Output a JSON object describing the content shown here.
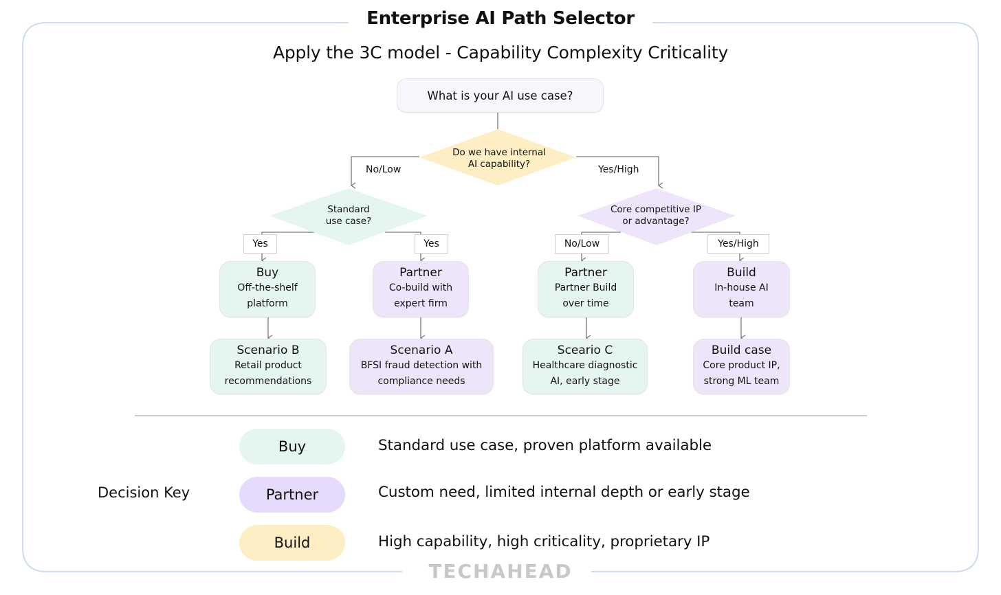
{
  "header": {
    "title": "Enterprise AI Path Selector",
    "subtitle": "Apply the 3C model - Capability Complexity Criticality"
  },
  "colors": {
    "frame": "#cfdcec",
    "buy_green": "#e5f6f0",
    "partner_purple": "#efe5fb",
    "build_yellow": "#fdefc3",
    "connector": "#777777"
  },
  "flow": {
    "start": "What is your AI use case?",
    "decision_capability": {
      "line1": "Do we have internal",
      "line2": "AI capability?"
    },
    "edge_no_low": "No/Low",
    "edge_yes_high": "Yes/High",
    "decision_standard": {
      "line1": "Standard",
      "line2": "use case?"
    },
    "decision_core": {
      "line1": "Core competitive IP",
      "line2": "or advantage?"
    },
    "branch_labels": [
      "Yes",
      "Yes",
      "No/Low",
      "Yes/High"
    ],
    "outcomes": [
      {
        "title": "Buy",
        "line1": "Off-the-shelf",
        "line2": "platform"
      },
      {
        "title": "Partner",
        "line1": "Co-build with",
        "line2": "expert firm"
      },
      {
        "title": "Partner",
        "line1": "Partner Build",
        "line2": "over time"
      },
      {
        "title": "Build",
        "line1": "In-house AI",
        "line2": "team"
      }
    ],
    "scenarios": [
      {
        "title": "Scenario B",
        "line1": "Retail product",
        "line2": "recommendations"
      },
      {
        "title": "Scenario A",
        "line1": "BFSI fraud detection with",
        "line2": "compliance needs"
      },
      {
        "title": "Sceario C",
        "line1": "Healthcare diagnostic",
        "line2": "AI, early stage"
      },
      {
        "title": "Build case",
        "line1": "Core product IP,",
        "line2": "strong ML team"
      }
    ]
  },
  "decision_key": {
    "title": "Decision Key",
    "items": [
      {
        "label": "Buy",
        "description": "Standard use case, proven platform available"
      },
      {
        "label": "Partner",
        "description": "Custom need, limited internal depth or early stage"
      },
      {
        "label": "Build",
        "description": "High capability, high criticality, proprietary IP"
      }
    ]
  },
  "footer": {
    "brand": "TECHAHEAD"
  }
}
